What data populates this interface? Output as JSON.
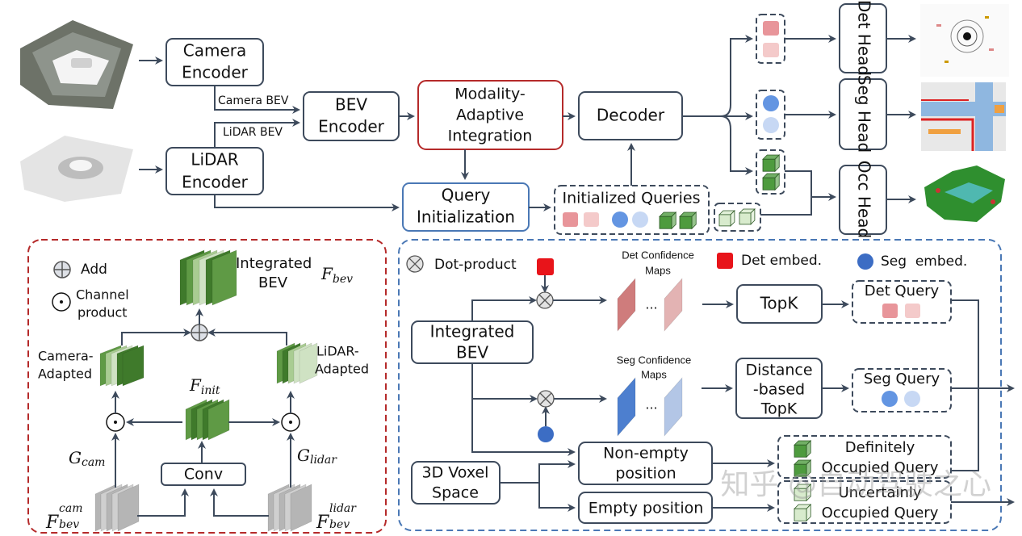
{
  "top": {
    "camera_encoder": [
      "Camera",
      "Encoder"
    ],
    "lidar_encoder": [
      "LiDAR",
      "Encoder"
    ],
    "camera_bev_label": "Camera BEV",
    "lidar_bev_label": "LiDAR BEV",
    "bev_encoder": [
      "BEV",
      "Encoder"
    ],
    "modality_adaptive": [
      "Modality-",
      "Adaptive",
      "Integration"
    ],
    "query_init": [
      "Query",
      "Initialization"
    ],
    "decoder": "Decoder",
    "initialized_queries": "Initialized Queries",
    "heads": {
      "det": "Det Head",
      "seg": "Seg Head",
      "occ": "Occ Head"
    }
  },
  "left_panel": {
    "legend_add": "Add",
    "legend_channel": [
      "Channel",
      "product"
    ],
    "integrated_bev": [
      "Integrated",
      "BEV"
    ],
    "f_bev": {
      "base": "F",
      "sub": "bev"
    },
    "camera_adapted": [
      "Camera-",
      "Adapted"
    ],
    "lidar_adapted": [
      "LiDAR-",
      "Adapted"
    ],
    "f_init": {
      "base": "F",
      "sub": "init"
    },
    "g_cam": {
      "base": "G",
      "sub": "cam"
    },
    "g_lidar": {
      "base": "G",
      "sub": "lidar"
    },
    "conv": "Conv",
    "f_bev_cam": {
      "base": "F",
      "sup": "cam",
      "sub": "bev"
    },
    "f_bev_lidar": {
      "base": "F",
      "sup": "lidar",
      "sub": "bev"
    }
  },
  "right_panel": {
    "legend_dot": "Dot-product",
    "legend_det_embed": "Det embed.",
    "legend_seg_embed": "Seg  embed.",
    "det_conf_maps": [
      "Det Confidence",
      "Maps"
    ],
    "seg_conf_maps": [
      "Seg Confidence",
      "Maps"
    ],
    "ellipsis": "...",
    "integrated_bev": [
      "Integrated",
      "BEV"
    ],
    "topk": "TopK",
    "distance_topk": [
      "Distance",
      "-based",
      "TopK"
    ],
    "det_query": "Det Query",
    "seg_query": "Seg Query",
    "voxel_space": [
      "3D Voxel",
      "Space"
    ],
    "non_empty": [
      "Non-empty",
      "position"
    ],
    "empty": "Empty position",
    "definitely": [
      "Definitely",
      "Occupied Query"
    ],
    "uncertainly": [
      "Uncertainly",
      "Occupied Query"
    ]
  },
  "watermark": "知乎 @自动驾驶之心",
  "colors": {
    "line": "#3d4a5c",
    "red_border": "#b52a2a",
    "blue_border": "#4a78b5",
    "det_embed": "#e8141a",
    "seg_embed": "#3c6dc4",
    "det_query_dark": "#e8959a",
    "det_query_light": "#f4caca",
    "seg_query_dark": "#6395e2",
    "seg_query_light": "#c7d8f4",
    "occ_dark": "#4e9b3e",
    "occ_light": "#d8ebcd"
  }
}
